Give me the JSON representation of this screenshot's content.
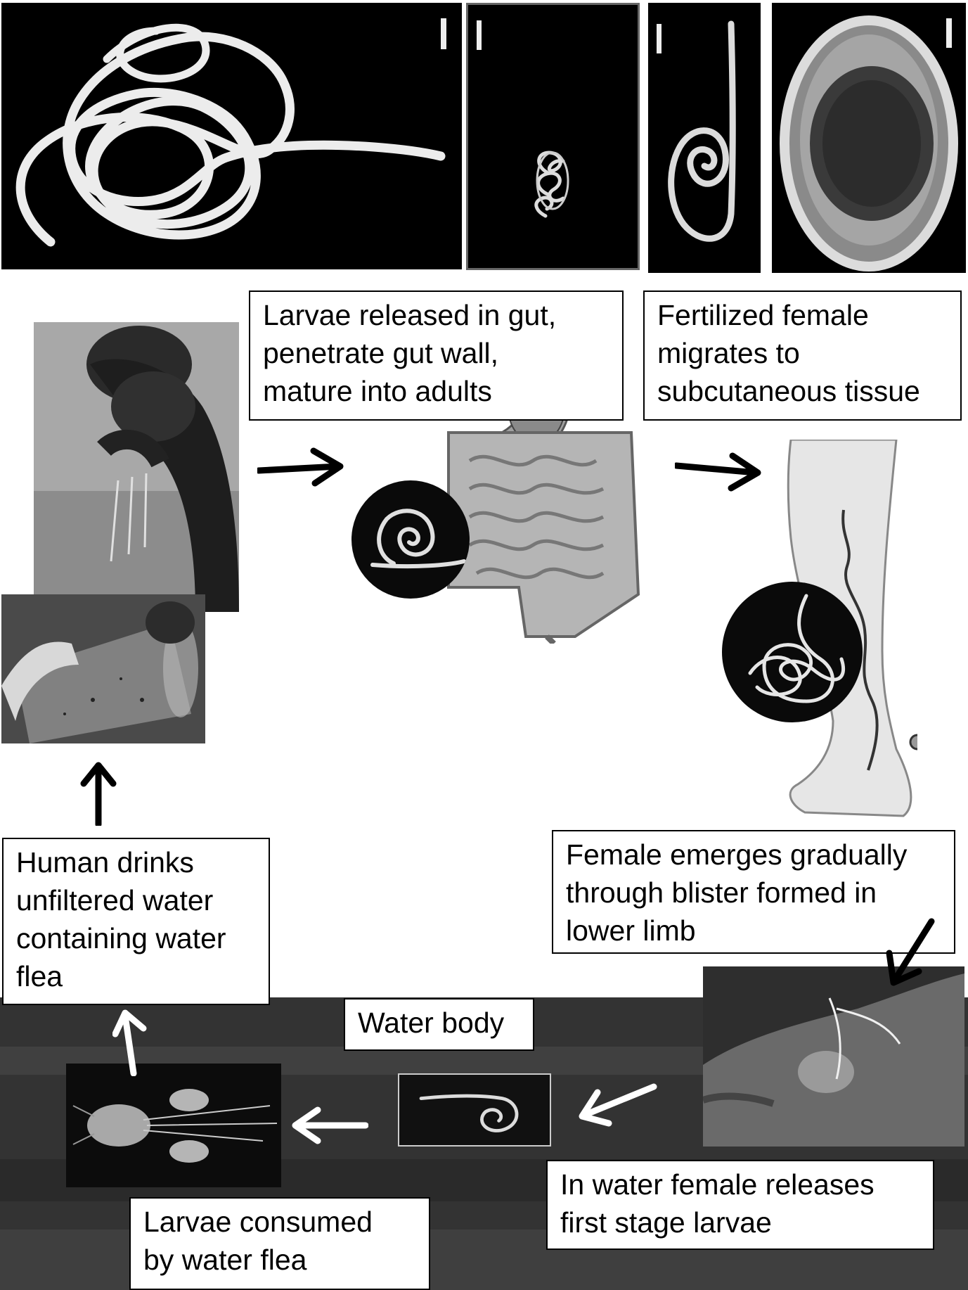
{
  "labels": {
    "larvae_gut": "Larvae released in gut,\npenetrate gut wall,\nmature into adults",
    "fertilized_female": "Fertilized female\nmigrates  to\nsubcutaneous tissue",
    "human_drinks": "Human drinks\nunfiltered water\ncontaining water\nflea",
    "female_emerges": "Female emerges gradually\nthrough blister formed in\nlower limb",
    "water_body": "Water body",
    "in_water": "In water female releases\nfirst stage larvae",
    "larvae_consumed": "Larvae consumed\nby water flea"
  },
  "colors": {
    "background": "#ffffff",
    "panel": "#000000",
    "worm": "#ececec",
    "arrow_dark": "#000000",
    "arrow_light": "#ffffff"
  }
}
